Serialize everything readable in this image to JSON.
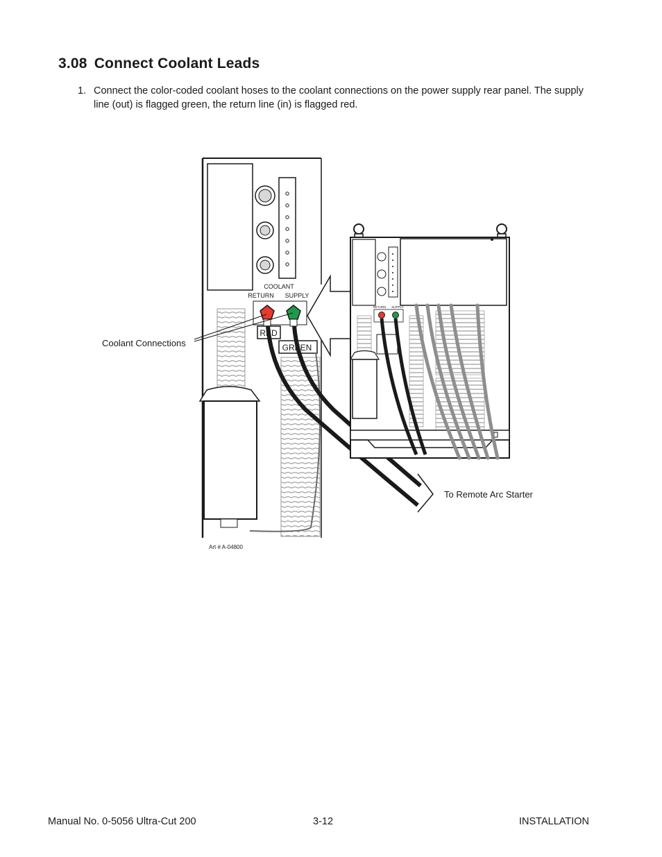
{
  "section": {
    "number": "3.08",
    "title": "Connect Coolant Leads"
  },
  "step": {
    "number": "1.",
    "text": "Connect the color-coded coolant hoses to the coolant connections on the power supply rear panel.  The supply line (out) is flagged green, the return line (in) is flagged red."
  },
  "figure": {
    "coolant_label": "COOLANT",
    "return_label": "RETURN",
    "supply_label": "SUPPLY",
    "small_return_label": "RETURN",
    "small_supply_label": "SUPPLY",
    "red_flag": "RED",
    "green_flag": "GREEN",
    "callout_connections": "Coolant Connections",
    "callout_arc_starter": "To Remote Arc Starter",
    "art_number": "Art # A-04800"
  },
  "footer": {
    "manual": "Manual No. 0-5056 Ultra-Cut 200",
    "page": "3-12",
    "section": "INSTALLATION"
  }
}
